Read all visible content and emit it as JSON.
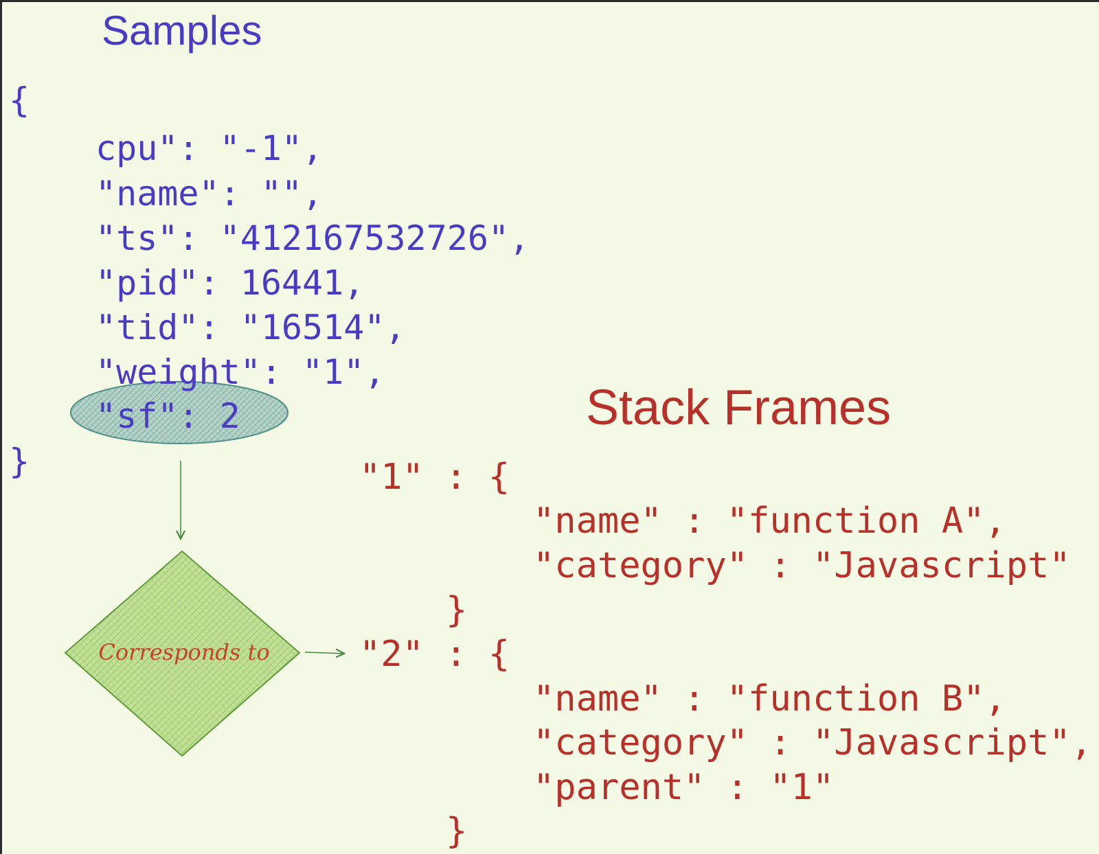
{
  "samples": {
    "title": "Samples",
    "open_brace": "{",
    "lines": [
      "cpu\": \"-1\",",
      "\"name\": \"\",",
      "\"ts\": \"412167532726\",",
      "\"pid\": 16441,",
      "\"tid\": \"16514\",",
      "\"weight\": \"1\",",
      "\"sf\": 2"
    ],
    "close_brace": "}"
  },
  "stack_frames": {
    "title": "Stack Frames",
    "frames": [
      {
        "header": "\"1\" : {",
        "lines": [
          "\"name\" : \"function A\",",
          "\"category\" : \"Javascript\""
        ],
        "close": "}"
      },
      {
        "header": "\"2\" : {",
        "lines": [
          "\"name\" : \"function B\",",
          "\"category\" : \"Javascript\",",
          "\"parent\" : \"1\""
        ],
        "close": "}"
      }
    ]
  },
  "connector": {
    "label": "Corresponds to"
  },
  "colors": {
    "background": "#f4f9e5",
    "samples_text": "#4a3bc4",
    "frames_text": "#b8302a",
    "ellipse_fill": "#8fb7b0",
    "diamond_fill": "#a6cf6e",
    "arrow": "#3f8a3a"
  }
}
